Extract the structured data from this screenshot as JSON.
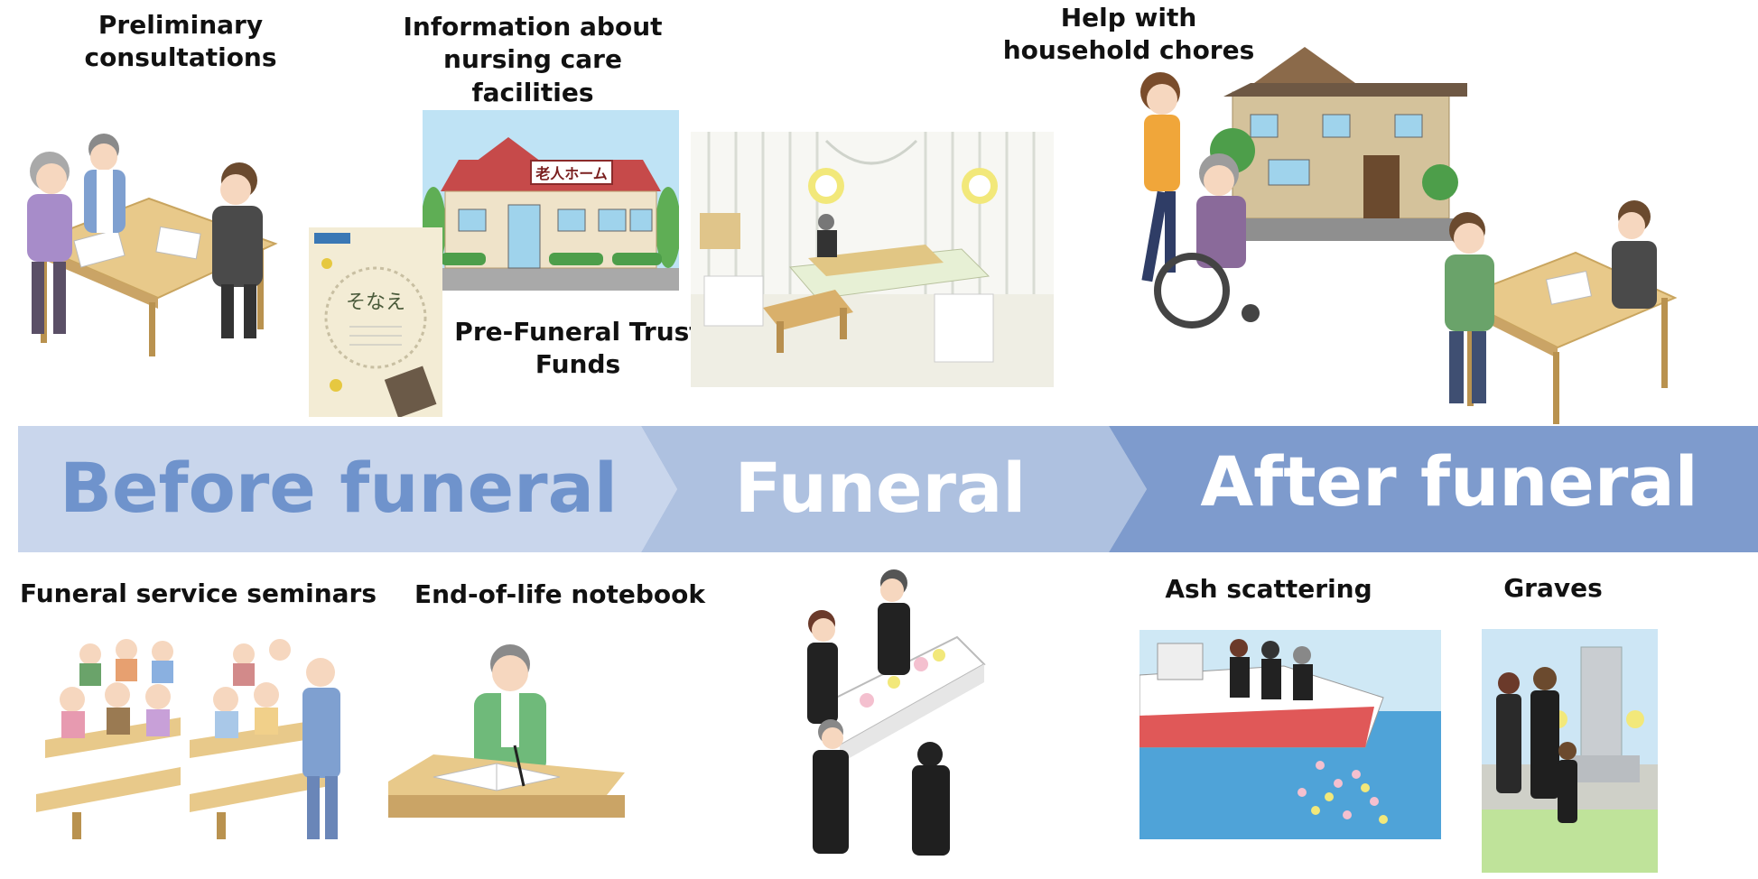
{
  "colors": {
    "stage_before": "#c9d6ec",
    "stage_funeral": "#aec1e0",
    "stage_after": "#7e9bcd",
    "stage_before_text": "#6f93cc",
    "stage_funeral_text": "#ffffff",
    "stage_after_text": "#ffffff"
  },
  "stages": {
    "before": "Before funeral",
    "funeral": "Funeral",
    "after": "After funeral"
  },
  "labels": {
    "preliminary": "Preliminary\nconsultations",
    "nursing": "Information about\nnursing care facilities",
    "chores": "Help with\nhousehold chores",
    "trust": "Pre-Funeral Trust\nFunds",
    "seminars": "Funeral service seminars",
    "notebook": "End-of-life notebook",
    "ash": "Ash scattering",
    "graves": "Graves"
  },
  "illustrations": {
    "nursing_home_sign": "老人ホーム",
    "brochure_title": "そなえ"
  }
}
